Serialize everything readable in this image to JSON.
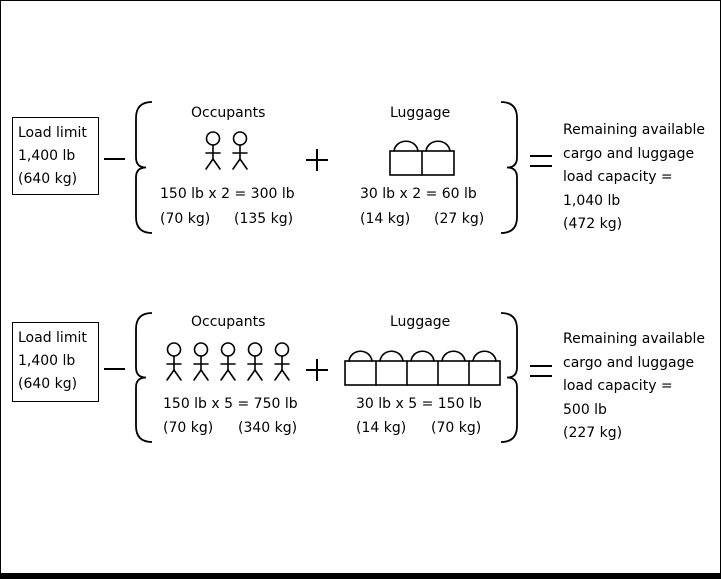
{
  "scenarios": [
    {
      "load_limit": {
        "label": "Load limit",
        "lb": "1,400 lb",
        "kg": "(640 kg)"
      },
      "minus": "−",
      "occupants": {
        "heading": "Occupants",
        "count": 2,
        "formula": "150 lb x 2 = 300 lb",
        "kg_each": "(70 kg)",
        "kg_total": "(135 kg)"
      },
      "plus": "+",
      "luggage": {
        "heading": "Luggage",
        "count": 2,
        "formula": "30 lb x 2 = 60 lb",
        "kg_each": "(14 kg)",
        "kg_total": "(27 kg)"
      },
      "equals": "=",
      "result": {
        "line1": "Remaining available",
        "line2": "cargo and luggage",
        "line3": "load capacity =",
        "lb": "1,040 lb",
        "kg": "(472 kg)"
      }
    },
    {
      "load_limit": {
        "label": "Load limit",
        "lb": "1,400 lb",
        "kg": "(640 kg)"
      },
      "minus": "−",
      "occupants": {
        "heading": "Occupants",
        "count": 5,
        "formula": "150 lb x 5 = 750 lb",
        "kg_each": "(70 kg)",
        "kg_total": "(340 kg)"
      },
      "plus": "+",
      "luggage": {
        "heading": "Luggage",
        "count": 5,
        "formula": "30 lb x 5 = 150 lb",
        "kg_each": "(14 kg)",
        "kg_total": "(70 kg)"
      },
      "equals": "=",
      "result": {
        "line1": "Remaining available",
        "line2": "cargo and luggage",
        "line3": "load capacity =",
        "lb": "500 lb",
        "kg": "(227 kg)"
      }
    }
  ]
}
